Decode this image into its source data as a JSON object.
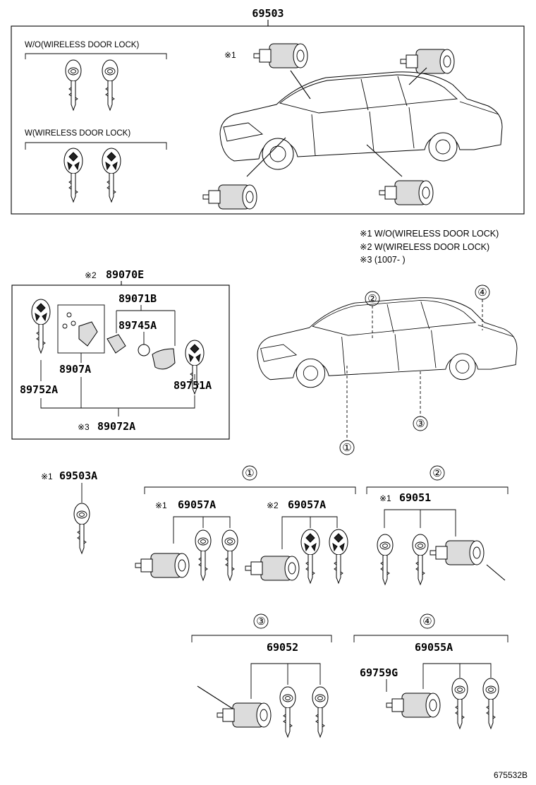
{
  "parts": {
    "main_assembly": "69503",
    "smart_key_set": "89070E",
    "smart_key_set_mark": "※2",
    "transmitter_housing": "89071B",
    "battery_cover": "89745A",
    "pad_set": "8907A",
    "key_left": "89752A",
    "key_right": "89751A",
    "transmitter_sub": "89072A",
    "transmitter_sub_mark": "※3",
    "master_key": "69503A",
    "master_key_mark": "※1",
    "lock_1_wo": "69057A",
    "lock_1_wo_mark": "※1",
    "lock_1_w": "69057A",
    "lock_1_w_mark": "※2",
    "lock_2": "69051",
    "lock_2_mark": "※1",
    "lock_3": "69052",
    "lock_4": "69055A",
    "lock_4_sub": "69759G"
  },
  "labels": {
    "wo_wireless": "W/O(WIRELESS DOOR LOCK)",
    "w_wireless": "W(WIRELESS DOOR LOCK)",
    "ref_mark_1": "※1"
  },
  "notes": [
    "※1 W/O(WIRELESS DOOR LOCK)",
    "※2 W(WIRELESS DOOR LOCK)",
    "※3 (1007-        )"
  ],
  "callouts": [
    "①",
    "②",
    "③",
    "④"
  ],
  "illustration_code": "675532B"
}
